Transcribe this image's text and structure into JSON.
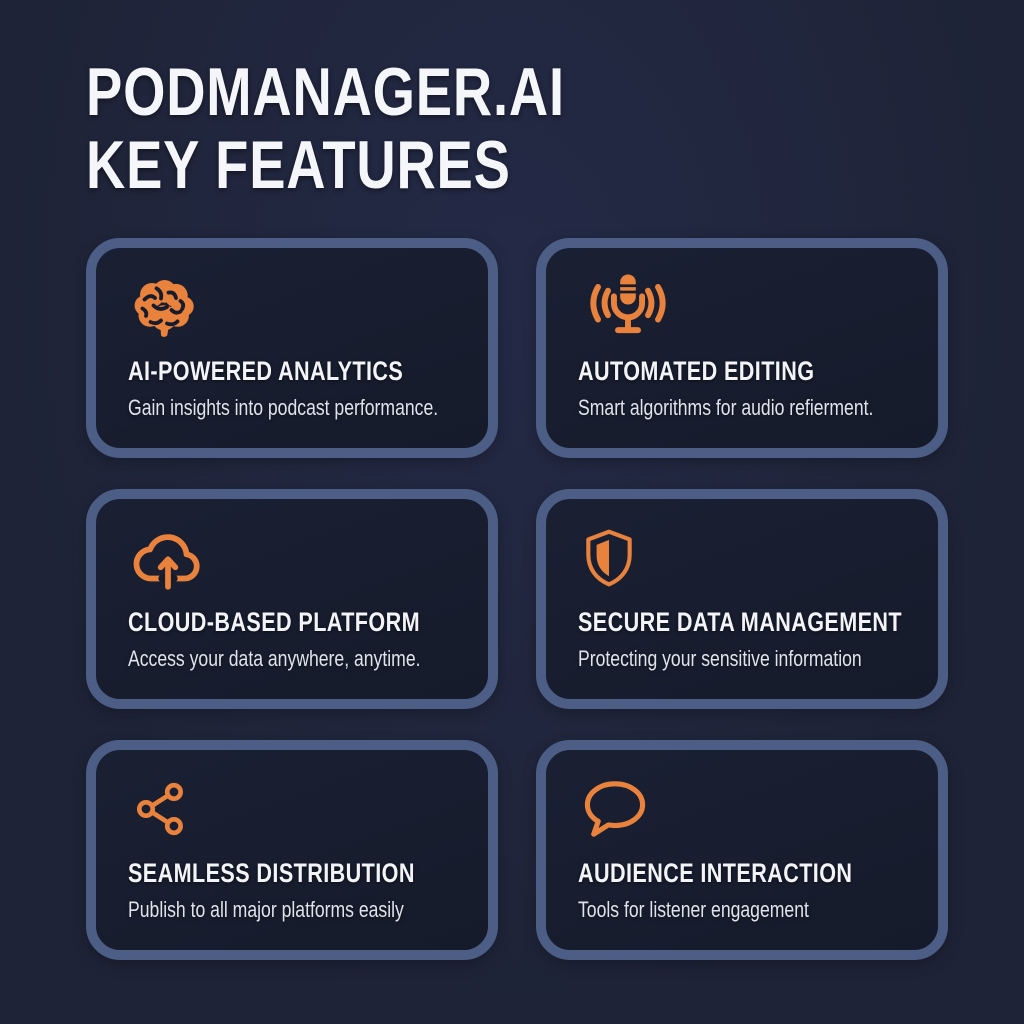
{
  "page": {
    "background_color": "#20253c",
    "card_background_color": "#171c2d",
    "card_border_color": "#4d5e86",
    "accent_color": "#e9823d",
    "title_color": "#f4f6fa",
    "description_color": "#dfe3ec"
  },
  "header": {
    "line1": "PODMANAGER.AI",
    "line2": "KEY FEATURES"
  },
  "cards": [
    {
      "icon": "brain-icon",
      "title": "AI-POWERED ANALYTICS",
      "description": "Gain insights into podcast performance."
    },
    {
      "icon": "microphone-icon",
      "title": "AUTOMATED EDITING",
      "description": "Smart algorithms for audio refierment."
    },
    {
      "icon": "cloud-upload-icon",
      "title": "CLOUD-BASED PLATFORM",
      "description": "Access your data anywhere, anytime."
    },
    {
      "icon": "shield-icon",
      "title": "SECURE DATA MANAGEMENT",
      "description": "Protecting your sensitive information"
    },
    {
      "icon": "share-icon",
      "title": "SEAMLESS DISTRIBUTION",
      "description": "Publish to all major platforms easily"
    },
    {
      "icon": "speech-bubble-icon",
      "title": "AUDIENCE INTERACTION",
      "description": "Tools for listener engagement"
    }
  ]
}
